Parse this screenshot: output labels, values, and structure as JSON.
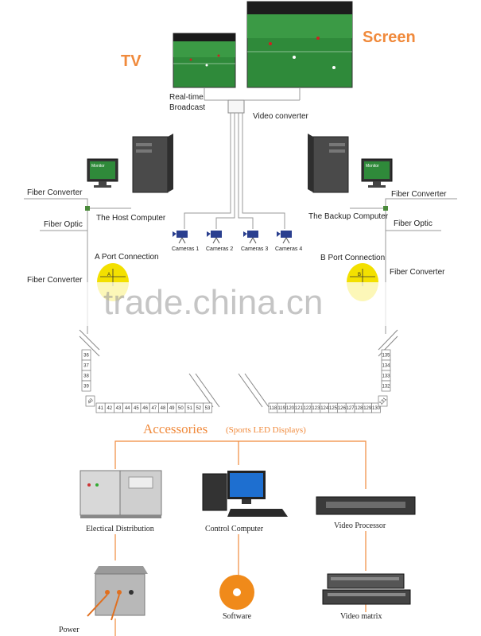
{
  "labels": {
    "tv": "TV",
    "screen": "Screen",
    "realtime": "Real-time",
    "broadcast": "Broadcast",
    "video_converter": "Video converter",
    "fiber_converter_left": "Fiber Converter",
    "fiber_converter_right": "Fiber Converter",
    "host_computer": "The Host Computer",
    "backup_computer": "The Backup Computer",
    "fiber_optic_left": "Fiber Optic",
    "fiber_optic_right": "Fiber Optic",
    "a_port": "A Port Connection",
    "b_port": "B Port Connection",
    "fiber_converter_left2": "Fiber Converter",
    "fiber_converter_right2": "Fiber Converter",
    "monitor": "Monitor",
    "port_a_letters": "A",
    "port_b_letters": "B"
  },
  "cameras": [
    "Cameras 1",
    "Cameras 2",
    "Cameras 3",
    "Cameras 4"
  ],
  "watermark": "trade.china.cn",
  "left_column_numbers": [
    "36",
    "37",
    "38",
    "39",
    "40"
  ],
  "bottom_left_numbers": [
    "41",
    "42",
    "43",
    "44",
    "45",
    "46",
    "47",
    "48",
    "49",
    "50",
    "51",
    "52",
    "53"
  ],
  "bottom_right_numbers": [
    "118",
    "119",
    "120",
    "121",
    "122",
    "123",
    "124",
    "125",
    "126",
    "127",
    "128",
    "129",
    "130"
  ],
  "right_column_numbers": [
    "135",
    "134",
    "133",
    "132",
    "131"
  ],
  "accessories": {
    "title": "Accessories",
    "subtitle": "(Sports LED Displays)",
    "items": [
      "Electical Distribution",
      "Control Computer",
      "Video Processor",
      "Power",
      "Software",
      "Video matrix"
    ]
  },
  "colors": {
    "accent": "#f08a3c",
    "line": "#999999",
    "port": "#f3e000"
  }
}
